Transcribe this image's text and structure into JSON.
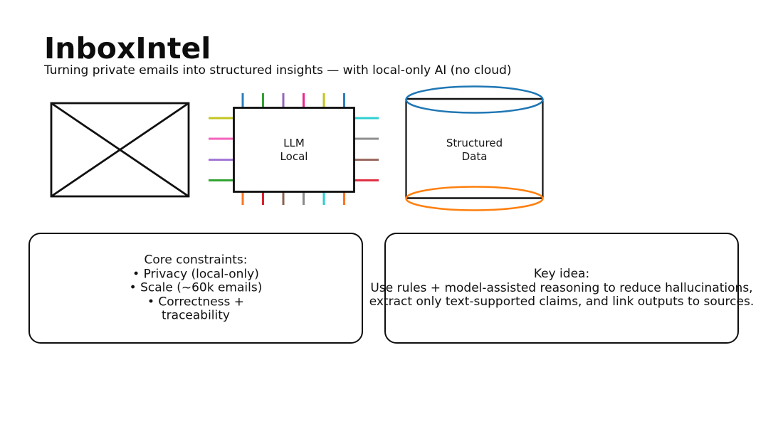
{
  "slide": {
    "title": "InboxIntel",
    "subtitle": "Turning private emails into structured insights — with local-only AI (no cloud)"
  },
  "diagram": {
    "envelope": {
      "icon": "envelope-crossed-rectangle",
      "stroke_color": "#111111"
    },
    "chip": {
      "label_line1": "LLM",
      "label_line2": "Local",
      "body_stroke_color": "#0d0d0d",
      "pins": {
        "top": [
          "#2e7ebc",
          "#33a333",
          "#9467bd",
          "#ec268f",
          "#c3c521",
          "#2e7ebc"
        ],
        "left": [
          "#c3c521",
          "#f263bb",
          "#a379d6",
          "#33a333"
        ],
        "right": [
          "#2ed0d0",
          "#8f8f8f",
          "#9a6b60",
          "#e03043"
        ],
        "bottom": [
          "#fb7622",
          "#d8222f",
          "#8c6253",
          "#8a8a8a",
          "#27cdd4",
          "#fb7622"
        ]
      }
    },
    "cylinder": {
      "label_line1": "Structured",
      "label_line2": "Data",
      "top_ellipse_color": "#1f77b4",
      "bottom_ellipse_color": "#ff7f0e",
      "body_stroke_color": "#111111"
    }
  },
  "boxes": {
    "constraints": {
      "lines": [
        "Core constraints:",
        "• Privacy (local-only)",
        "• Scale (~60k emails)",
        "• Correctness + traceability"
      ]
    },
    "key_idea": {
      "lines": [
        "Key idea:",
        "Use rules + model-assisted reasoning to reduce hallucinations,",
        "extract only text-supported claims, and link outputs to sources."
      ]
    }
  }
}
